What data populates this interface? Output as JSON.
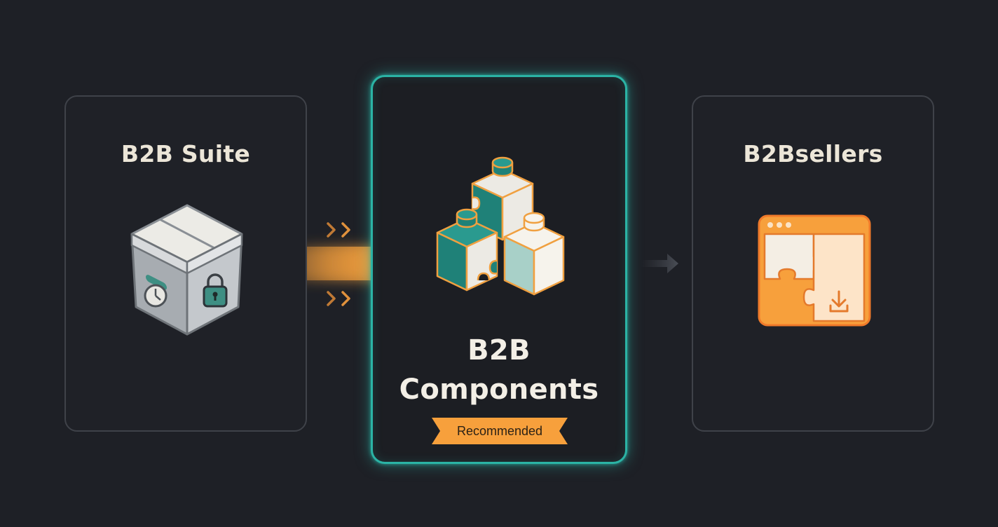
{
  "cards": {
    "left": {
      "title": "B2B Suite",
      "icon": "locked-box-icon"
    },
    "mid": {
      "title": "B2B Components",
      "icon": "building-blocks-icon",
      "badge": "Recommended"
    },
    "right": {
      "title": "B2Bsellers",
      "icon": "browser-puzzle-download-icon"
    }
  },
  "colors": {
    "background": "#1e2026",
    "accent_teal": "#2bb3a5",
    "accent_orange": "#f7a03c",
    "text": "#ece6d8"
  }
}
